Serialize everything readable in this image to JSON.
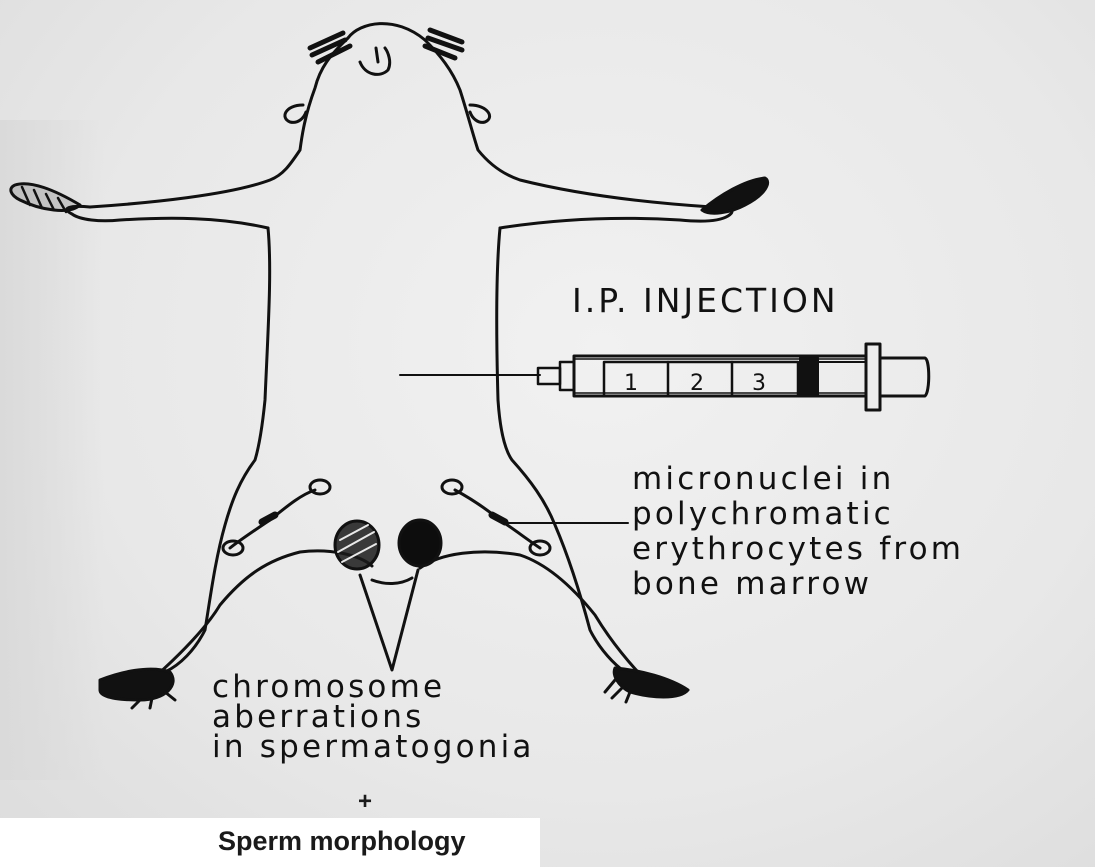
{
  "labels": {
    "injection": "I.P. INJECTION",
    "micronuclei": "micronuclei in\npolychromatic\nerythrocytes from\nbone marrow",
    "chromosome": "chromosome\naberrations\nin spermatogonia",
    "plus": "+",
    "sperm": "Sperm morphology"
  },
  "syringe": {
    "marks": [
      "1",
      "2",
      "3"
    ]
  }
}
